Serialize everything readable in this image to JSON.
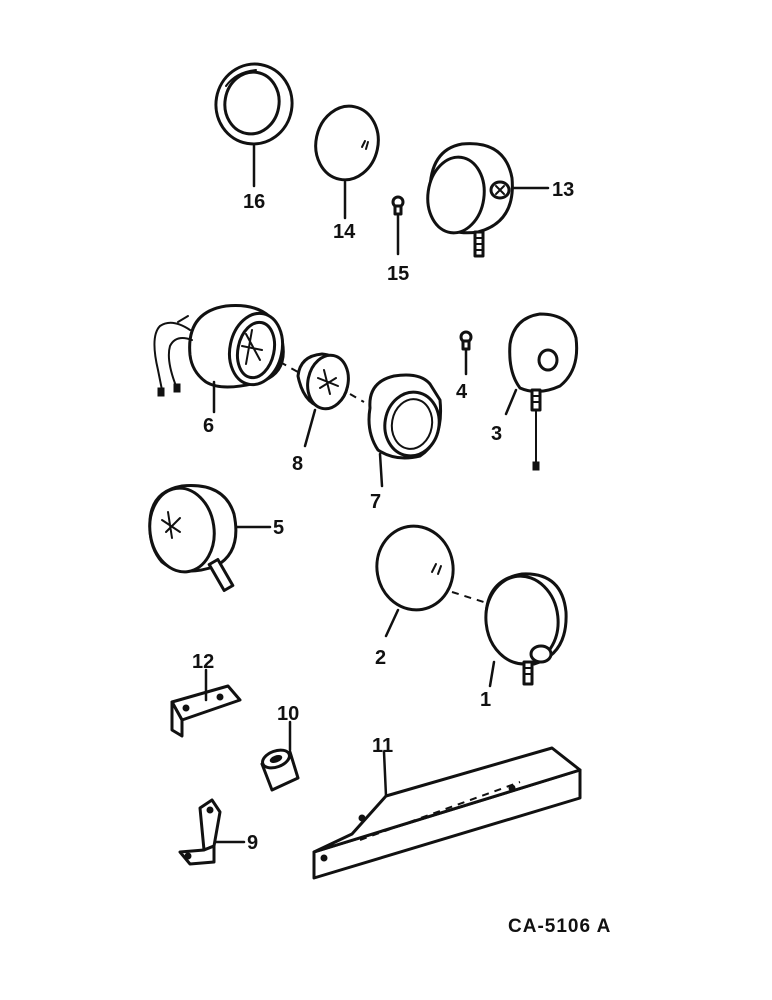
{
  "diagram": {
    "callouts": {
      "p1": "1",
      "p2": "2",
      "p3": "3",
      "p4": "4",
      "p5": "5",
      "p6": "6",
      "p7": "7",
      "p8": "8",
      "p9": "9",
      "p10": "10",
      "p11": "11",
      "p12": "12",
      "p13": "13",
      "p14": "14",
      "p15": "15",
      "p16": "16"
    },
    "drawing_code": "CA-5106 A"
  }
}
